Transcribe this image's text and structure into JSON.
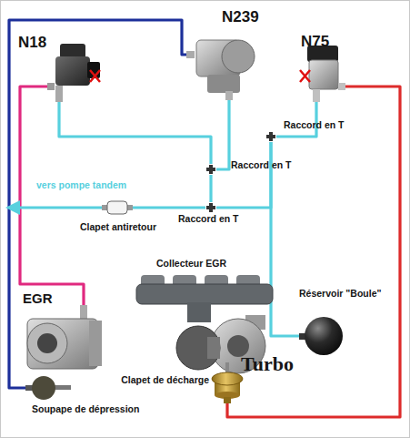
{
  "diagram": {
    "nodes": [
      {
        "text": [
          "N18"
        ]
      },
      {
        "text": [
          "N239"
        ]
      },
      {
        "text": [
          "N75"
        ]
      },
      {
        "text": [
          "Raccord en T"
        ]
      },
      {
        "text": [
          "Raccord en T"
        ]
      },
      {
        "text": [
          "Raccord en T"
        ]
      },
      {
        "text": [
          "Clapet antiretour"
        ]
      },
      {
        "text": [
          "Collecteur EGR"
        ]
      },
      {
        "text": [
          "Réservoir \"Boule\""
        ]
      },
      {
        "text": [
          "EGR"
        ]
      },
      {
        "text": [
          "Turbo"
        ]
      },
      {
        "text": [
          "Clapet de décharge"
        ]
      },
      {
        "text": [
          "Soupape de dépression"
        ]
      }
    ],
    "edges": [
      {
        "from": 0,
        "to": 4,
        "arrow": "none"
      },
      {
        "from": 1,
        "to": 4,
        "arrow": "none"
      },
      {
        "from": 4,
        "to": 5,
        "arrow": "none"
      },
      {
        "from": 5,
        "to": 6,
        "arrow": "none"
      },
      {
        "from": 5,
        "to": 3,
        "arrow": "none"
      },
      {
        "from": 3,
        "to": 2,
        "arrow": "none"
      },
      {
        "from": 3,
        "to": 8,
        "arrow": "none"
      },
      {
        "from": 0,
        "to": 9,
        "arrow": "none"
      },
      {
        "from": 1,
        "to": 12,
        "arrow": "none"
      },
      {
        "from": 2,
        "to": 11,
        "arrow": "none"
      }
    ],
    "labels": [
      "vers pompe tandem"
    ]
  }
}
